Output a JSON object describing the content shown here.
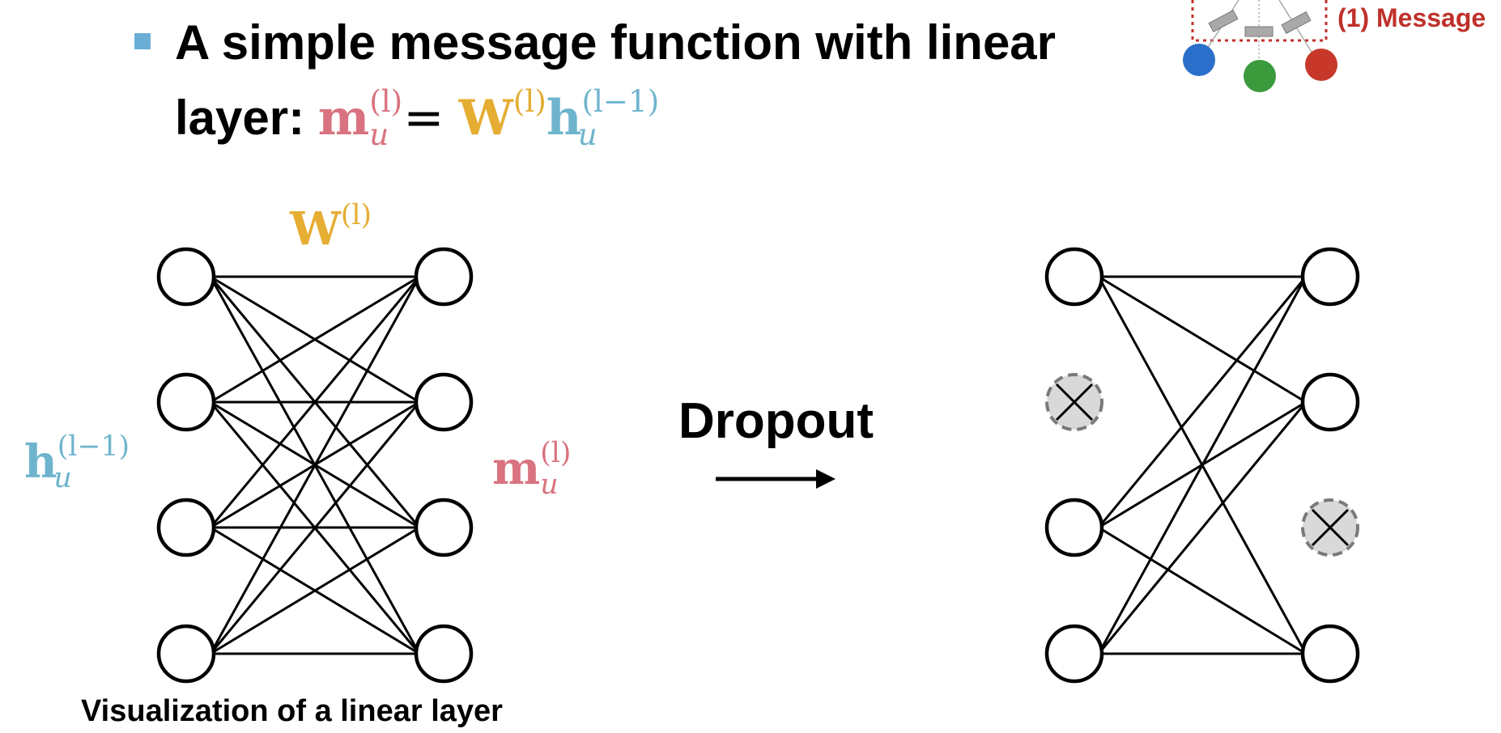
{
  "bullet": {
    "line1": "A simple message function with linear",
    "line2_prefix": "layer: ",
    "m": "m",
    "m_sub": "u",
    "m_sup": "(l)",
    "equals": "=",
    "W": "W",
    "W_sup": "(l)",
    "h": "h",
    "h_sub": "u",
    "h_sup": "(l−1)"
  },
  "inset": {
    "label": "(1) Message"
  },
  "diagram": {
    "weight_label": "W",
    "weight_sup": "(l)",
    "input_label": "h",
    "input_sub": "u",
    "input_sup": "(l−1)",
    "output_label": "m",
    "output_sub": "u",
    "output_sup": "(l)",
    "arrow_label": "Dropout",
    "caption": "Visualization of a linear layer"
  },
  "colors": {
    "pink": "#d9737f",
    "gold": "#e5ad32",
    "blue": "#6fb4cd",
    "bullet": "#6aaed6",
    "message_red": "#c0312b",
    "node_blue": "#2a6fc9",
    "node_green": "#3a9a3c",
    "node_red": "#c8382a"
  }
}
